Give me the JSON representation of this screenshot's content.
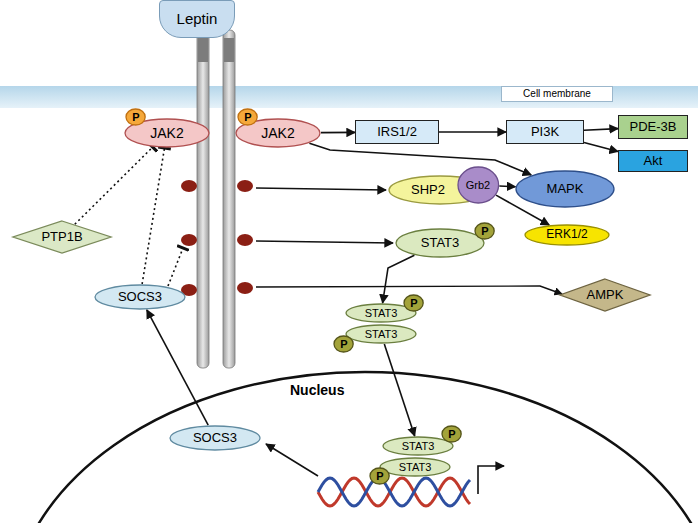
{
  "diagram": {
    "nodes": [
      {
        "text": [
          "Leptin"
        ]
      },
      {
        "text": [
          "Cell membrane"
        ]
      },
      {
        "text": [
          "JAK2"
        ]
      },
      {
        "text": [
          "P"
        ]
      },
      {
        "text": [
          "JAK2"
        ]
      },
      {
        "text": [
          "P"
        ]
      },
      {
        "text": [
          "IRS1/2"
        ]
      },
      {
        "text": [
          "PI3K"
        ]
      },
      {
        "text": [
          "PDE-3B"
        ]
      },
      {
        "text": [
          "Akt"
        ]
      },
      {
        "text": [
          "MAPK"
        ]
      },
      {
        "text": [
          "SHP2"
        ]
      },
      {
        "text": [
          "Grb2"
        ]
      },
      {
        "text": [
          "ERK1/2"
        ]
      },
      {
        "text": [
          "STAT3"
        ]
      },
      {
        "text": [
          "P"
        ]
      },
      {
        "text": [
          "AMPK"
        ]
      },
      {
        "text": [
          "PTP1B"
        ]
      },
      {
        "text": [
          "SOCS3"
        ]
      },
      {
        "text": [
          "STAT3"
        ]
      },
      {
        "text": [
          "P"
        ]
      },
      {
        "text": [
          "STAT3"
        ]
      },
      {
        "text": [
          "P"
        ]
      },
      {
        "text": [
          "Nucleus"
        ]
      },
      {
        "text": [
          "SOCS3"
        ],
        "in": 23
      },
      {
        "text": [
          "STAT3"
        ],
        "in": 23
      },
      {
        "text": [
          "P"
        ],
        "in": 23
      },
      {
        "text": [
          "STAT3"
        ],
        "in": 23
      },
      {
        "text": [
          "P"
        ],
        "in": 23
      }
    ],
    "edges": [
      {
        "from": 4,
        "to": 6,
        "arrow": "to"
      },
      {
        "from": 6,
        "to": 7,
        "arrow": "to"
      },
      {
        "from": 7,
        "to": 8,
        "arrow": "to"
      },
      {
        "from": 7,
        "to": 9,
        "arrow": "to"
      },
      {
        "from": 4,
        "to": 10,
        "arrow": "to"
      },
      {
        "from": 12,
        "to": 10,
        "arrow": "to"
      },
      {
        "from": 12,
        "to": 13,
        "arrow": "to"
      },
      {
        "from": 14,
        "to": 19,
        "arrow": "to"
      },
      {
        "from": 21,
        "to": 25,
        "arrow": "to"
      },
      {
        "from": 24,
        "to": 18,
        "arrow": "to"
      },
      {
        "from": 18,
        "to": 2,
        "arrow": "to"
      },
      {
        "from": 17,
        "to": 2,
        "arrow": "to"
      }
    ]
  }
}
